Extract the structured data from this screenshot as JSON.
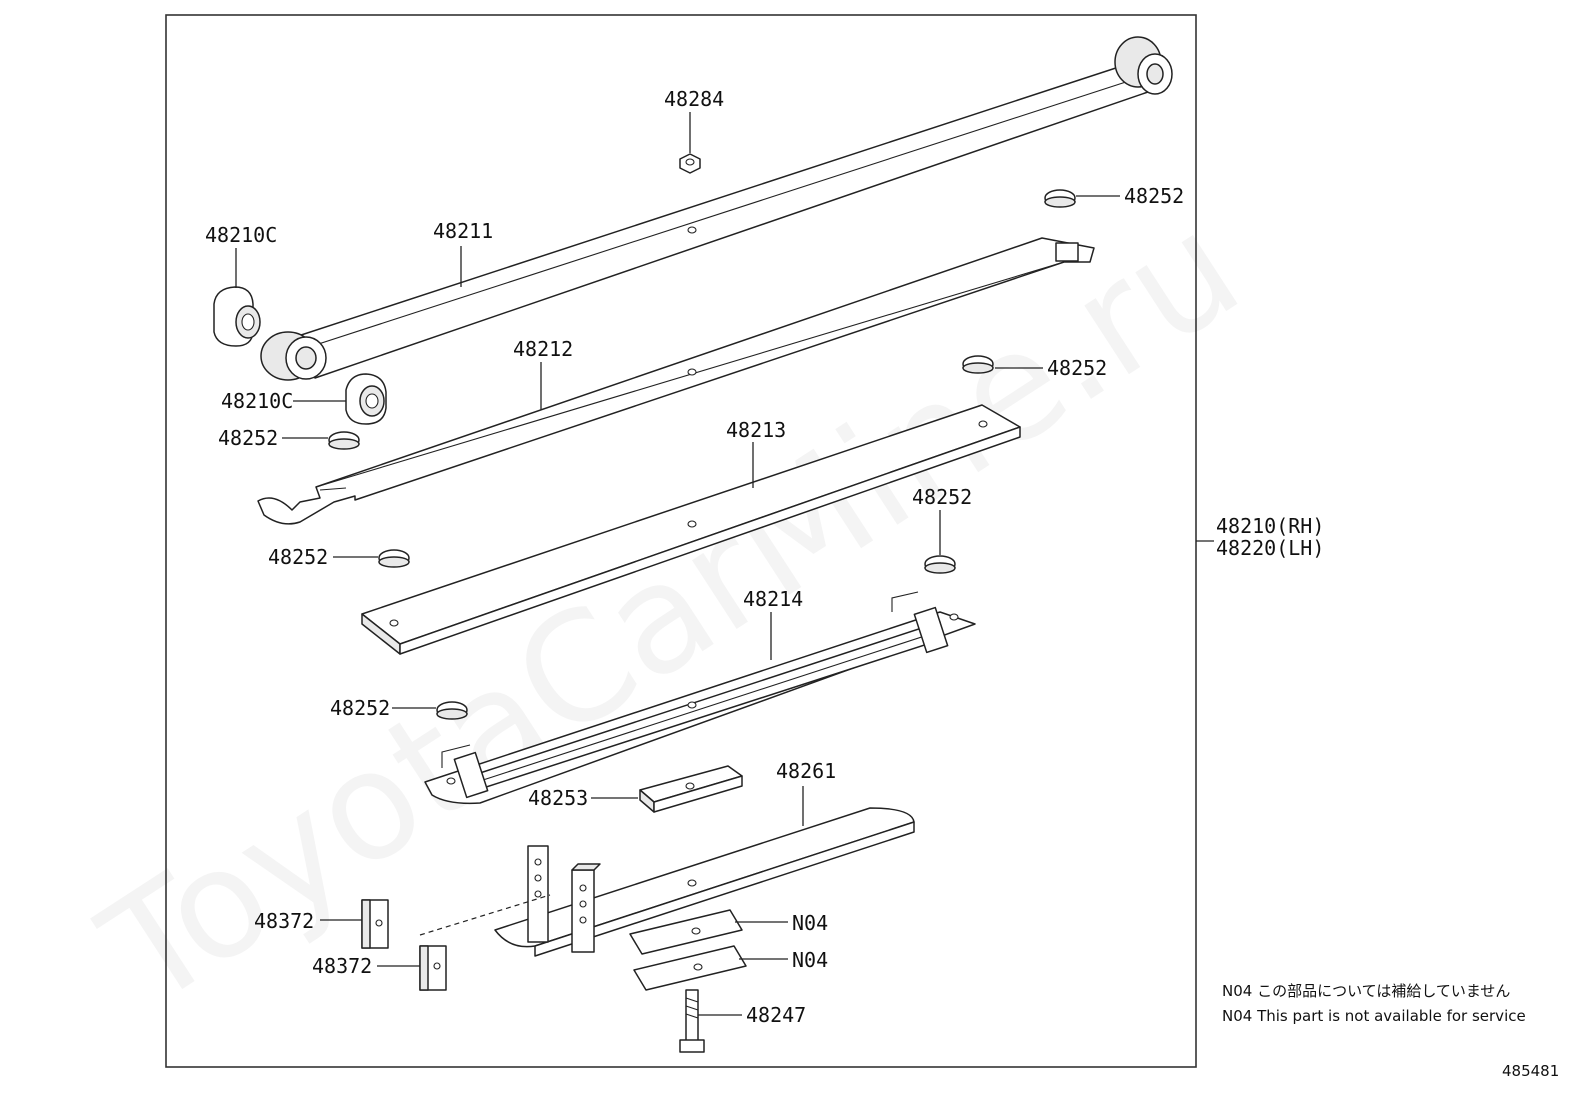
{
  "watermark": "ToyotaCarMine.ru",
  "assembly": {
    "rh": "48210(RH)",
    "lh": "48220(LH)"
  },
  "labels": {
    "p48284": "48284",
    "p48252_a": "48252",
    "p48210c_a": "48210C",
    "p48211": "48211",
    "p48212": "48212",
    "p48252_b": "48252",
    "p48210c_b": "48210C",
    "p48252_c": "48252",
    "p48213": "48213",
    "p48252_d": "48252",
    "p48252_e": "48252",
    "p48214": "48214",
    "p48252_f": "48252",
    "p48253": "48253",
    "p48261": "48261",
    "p48372_a": "48372",
    "p48372_b": "48372",
    "n04_a": "N04",
    "n04_b": "N04",
    "p48247": "48247"
  },
  "notes": {
    "jp": "N04 この部品については補給していません",
    "en": "N04 This part is not available for service"
  },
  "diagram_code": "485481"
}
